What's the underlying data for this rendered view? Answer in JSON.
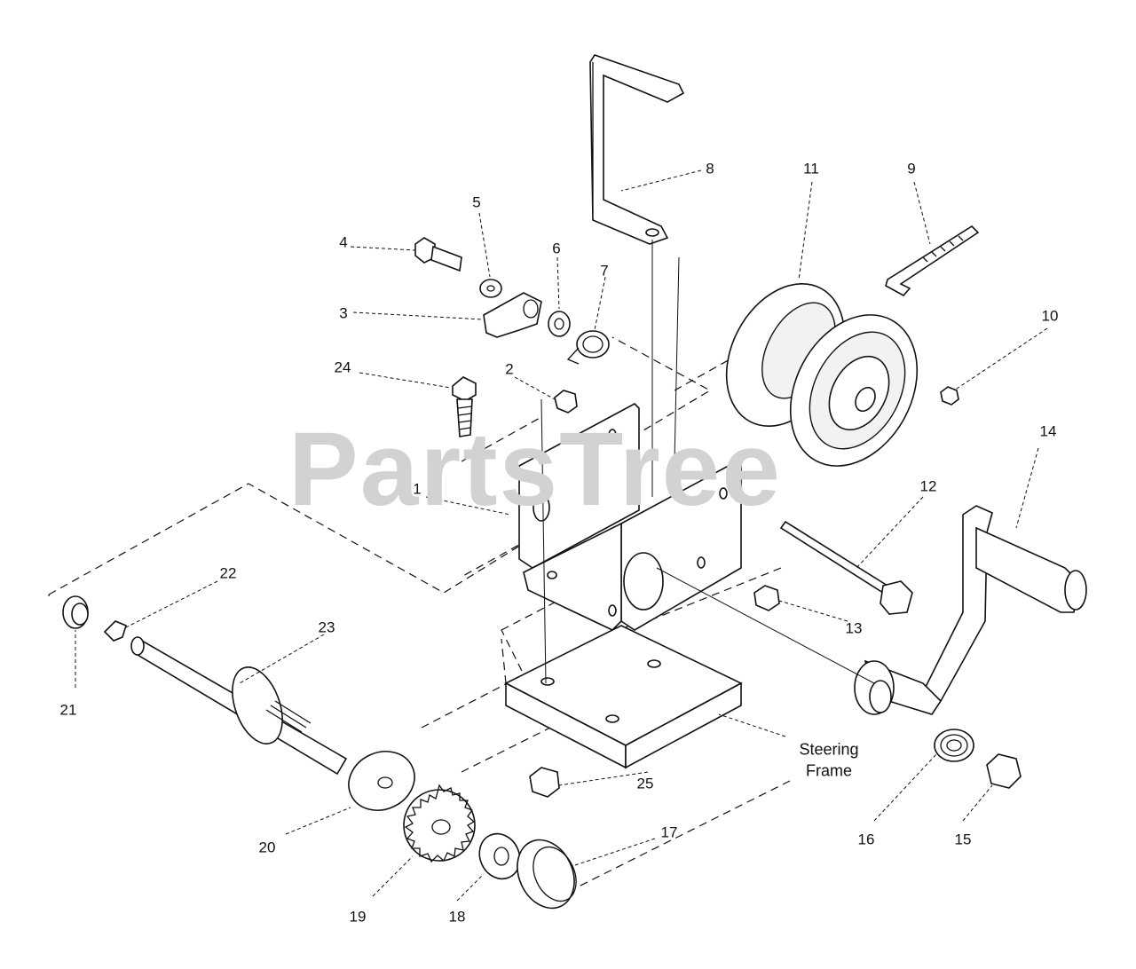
{
  "watermark": "PartsTree",
  "callouts": [
    "1",
    "2",
    "3",
    "4",
    "5",
    "6",
    "7",
    "8",
    "9",
    "10",
    "11",
    "12",
    "13",
    "14",
    "15",
    "16",
    "17",
    "18",
    "19",
    "20",
    "21",
    "22",
    "23",
    "24",
    "25"
  ],
  "note": {
    "line1": "Steering",
    "line2": "Frame"
  }
}
